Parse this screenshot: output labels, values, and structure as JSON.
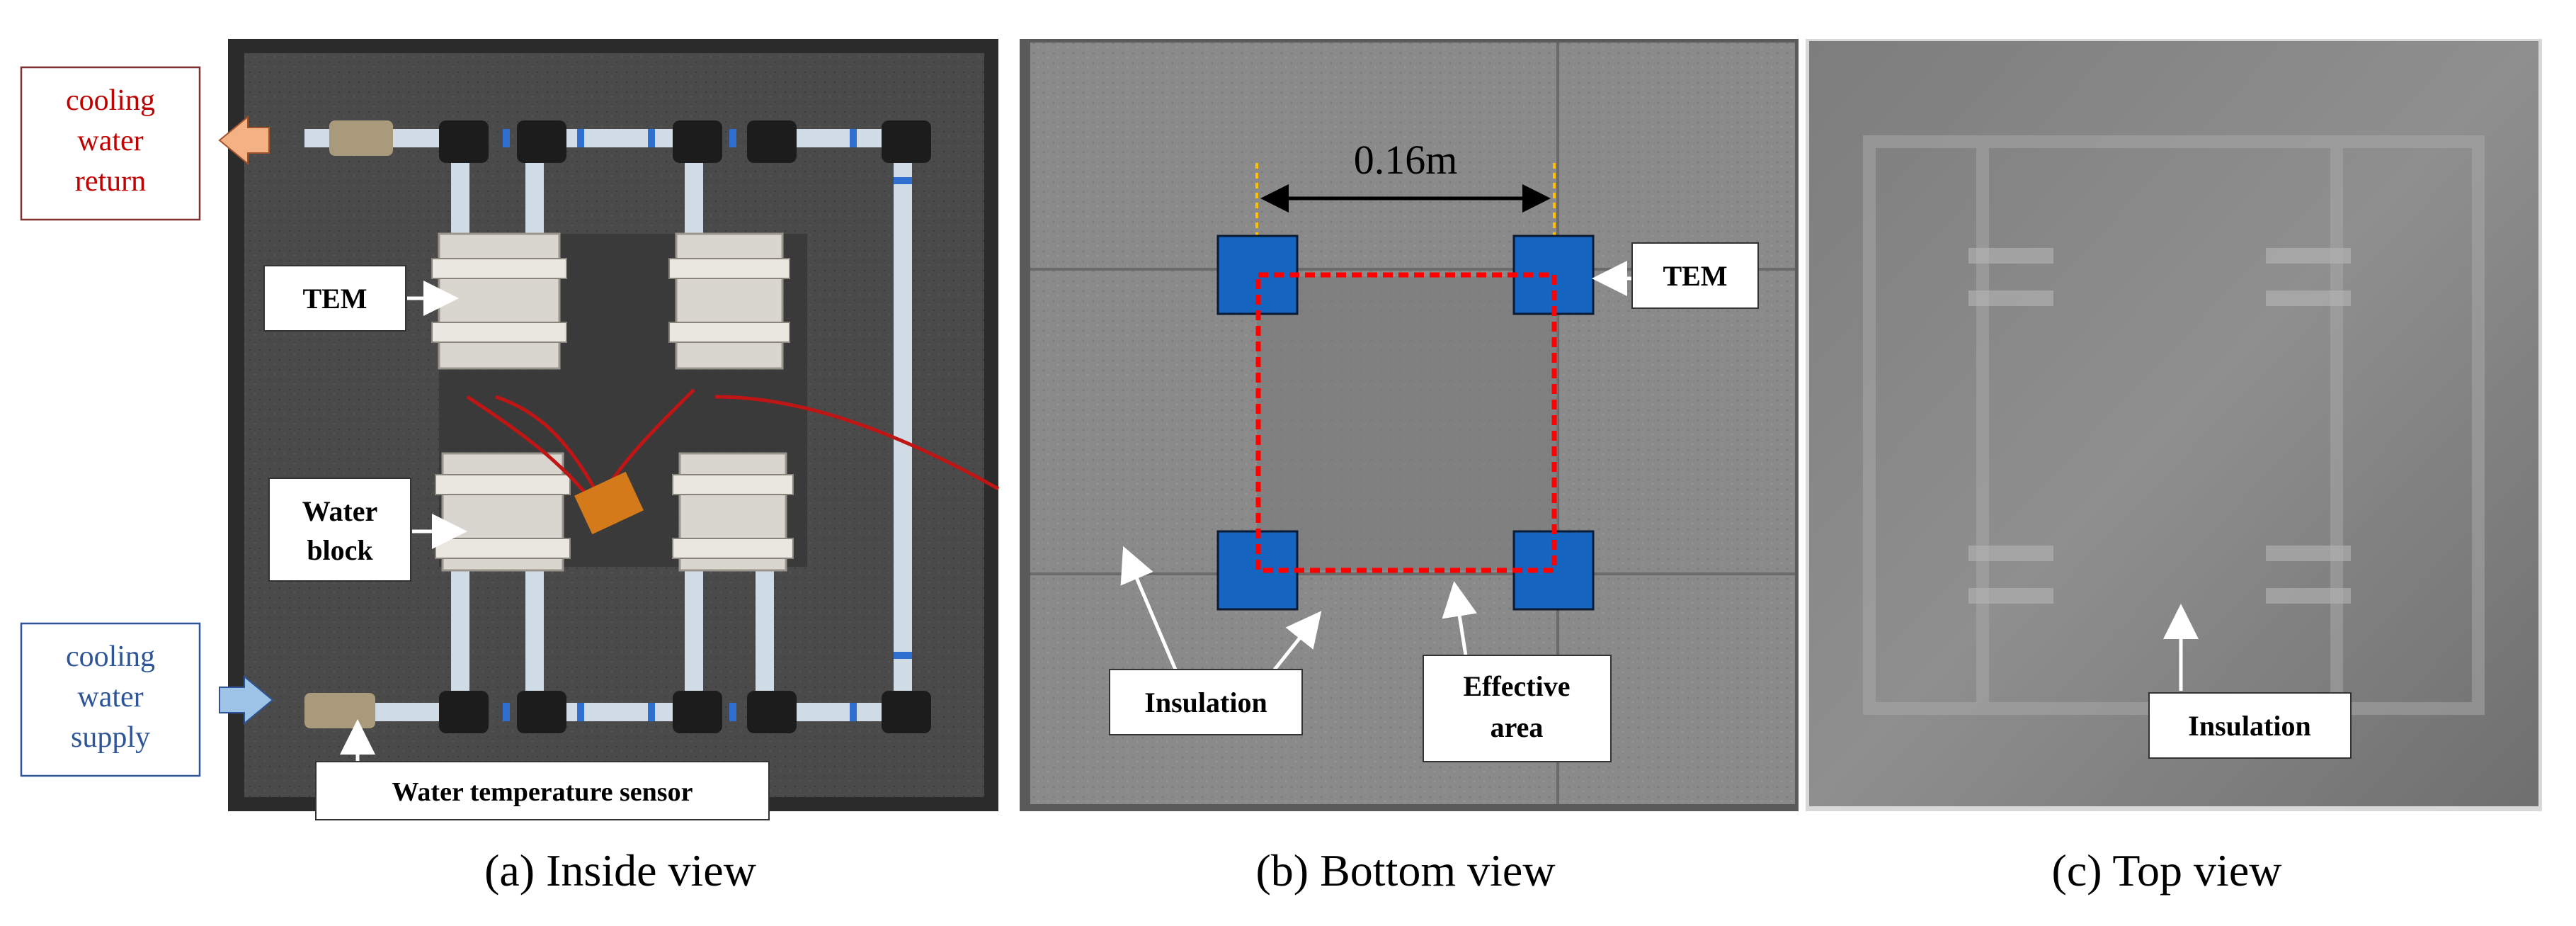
{
  "panels": {
    "inside": {
      "caption": "(a) Inside view",
      "return_label": [
        "cooling",
        "water",
        "return"
      ],
      "supply_label": [
        "cooling",
        "water",
        "supply"
      ],
      "tem_label": "TEM",
      "water_block_label": [
        "Water",
        "block"
      ],
      "sensor_label": "Water temperature sensor"
    },
    "bottom": {
      "caption": "(b) Bottom view",
      "dimension_label": "0.16m",
      "tem_label": "TEM",
      "insulation_label": "Insulation",
      "effective_area_label": [
        "Effective",
        "area"
      ]
    },
    "top": {
      "caption": "(c) Top view",
      "insulation_label": "Insulation"
    }
  },
  "colors": {
    "return_text": "#c00000",
    "supply_text": "#2e5597",
    "return_arrow": "#f4b183",
    "supply_arrow": "#9dc3e6",
    "tem_block": "#1565c0",
    "effective_area_outline": "#ff0000",
    "dimension_guide": "#ffc000"
  }
}
